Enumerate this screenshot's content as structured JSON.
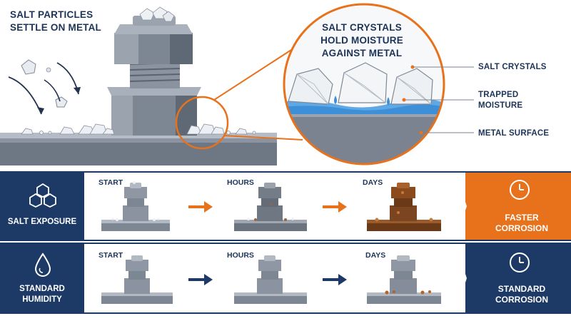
{
  "hero": {
    "title_line1": "SALT PARTICLES",
    "title_line2": "SETTLE ON METAL"
  },
  "zoom": {
    "title_line1": "SALT CRYSTALS",
    "title_line2": "HOLD MOISTURE",
    "title_line3": "AGAINST METAL",
    "callouts": {
      "salt_crystals": "SALT CRYSTALS",
      "trapped_line1": "TRAPPED",
      "trapped_line2": "MOISTURE",
      "metal_surface": "METAL SURFACE"
    }
  },
  "rows": [
    {
      "label": "SALT EXPOSURE",
      "icon": "salt-crystals-icon",
      "stages": [
        "START",
        "HOURS",
        "DAYS"
      ],
      "result_line1": "FASTER",
      "result_line2": "CORROSION",
      "result_color": "#e8711b",
      "arrow_color": "#e8711b"
    },
    {
      "label_line1": "STANDARD",
      "label_line2": "HUMIDITY",
      "icon": "water-drop-icon",
      "stages": [
        "START",
        "HOURS",
        "DAYS"
      ],
      "result_line1": "STANDARD",
      "result_line2": "CORROSION",
      "result_color": "#1d3a66",
      "arrow_color": "#1d3a66"
    }
  ],
  "colors": {
    "navy": "#1d3a66",
    "orange": "#e8711b",
    "steel": "#7d8794",
    "rust": "#8a4a1c",
    "moisture": "#3d8fd8"
  }
}
